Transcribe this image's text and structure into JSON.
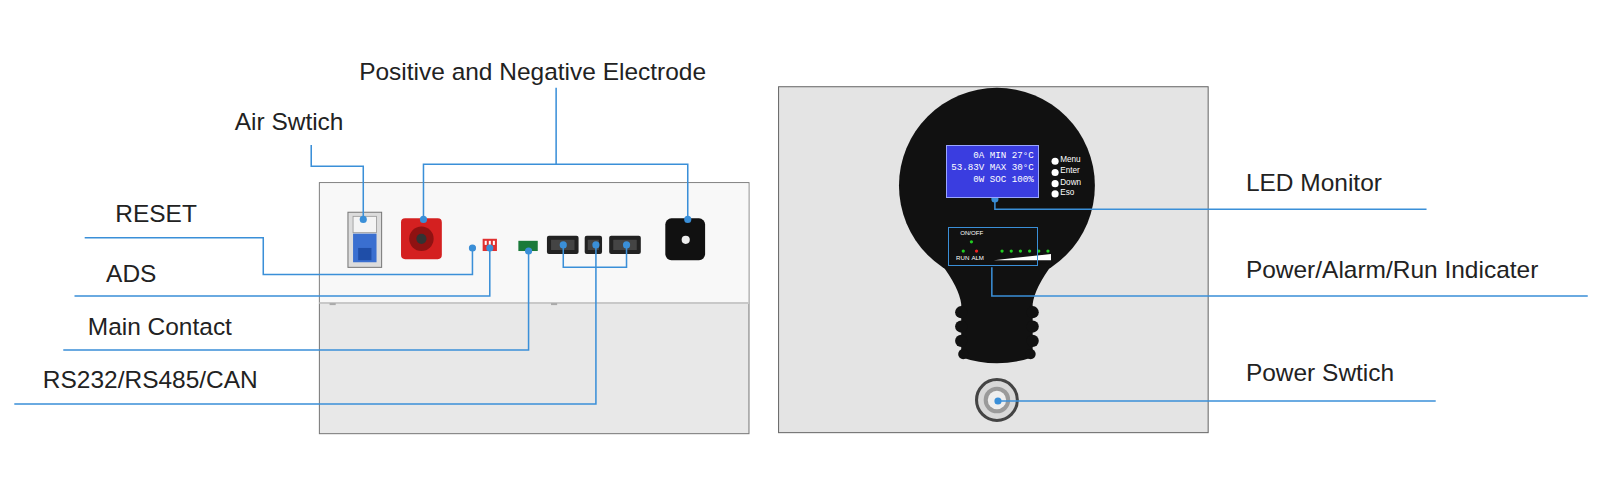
{
  "diagram": {
    "nodes": [
      {
        "text": [
          "0A MIN 27°C",
          "53.83V MAX 30°C",
          "0W SOC 100%"
        ]
      },
      {
        "text": [
          "ON/OFF",
          "RUN",
          "ALM"
        ]
      }
    ],
    "labels": [
      "Positive and Negative Electrode",
      "Air Swtich",
      "RESET",
      "ADS",
      "Main Contact",
      "RS232/RS485/CAN",
      "LED Monitor",
      "Power/Alarm/Run Indicater",
      "Power Swtich",
      "Menu",
      "Enter",
      "Down",
      "Eso"
    ]
  }
}
